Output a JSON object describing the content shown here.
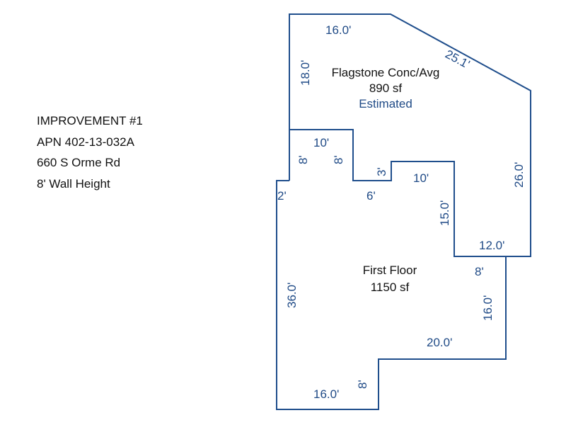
{
  "info": {
    "title": "IMPROVEMENT #1",
    "apn": "APN 402-13-032A",
    "address": "660 S Orme Rd",
    "wall_height": "8' Wall Height"
  },
  "patio": {
    "name": "Flagstone Conc/Avg",
    "area": "890 sf",
    "note": "Estimated",
    "dims": [
      "16.0'",
      "25.1'",
      "18.0'",
      "26.0'",
      "12.0'",
      "15.0'",
      "10'",
      "3'",
      "6'",
      "8'",
      "10'",
      "8'"
    ]
  },
  "first_floor": {
    "name": "First Floor",
    "area": "1150 sf",
    "dims": [
      "2'",
      "36.0'",
      "16.0'",
      "8'",
      "20.0'",
      "16.0'",
      "8'"
    ]
  },
  "colors": {
    "line": "#1f4e8c",
    "dimension_text": "#1f4a86"
  }
}
